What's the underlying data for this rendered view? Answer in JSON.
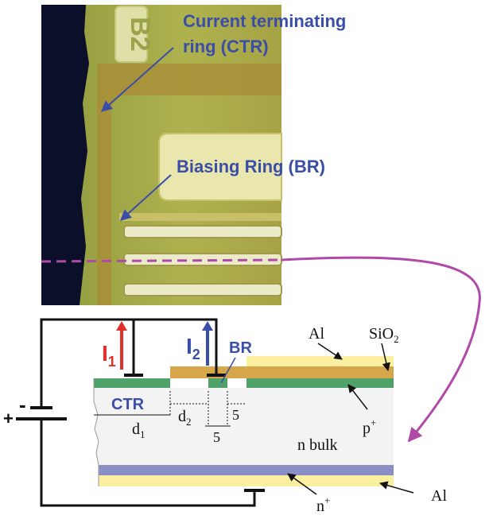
{
  "photo_labels": {
    "ctr_line1": "Current terminating",
    "ctr_line2": "ring (CTR)",
    "br": "Biasing Ring (BR)",
    "chip_marking": "B2"
  },
  "cross_section": {
    "current1": "I",
    "current1_sub": "1",
    "current2": "I",
    "current2_sub": "2",
    "br_label": "BR",
    "ctr_label": "CTR",
    "al_top": "Al",
    "sio2": "SiO",
    "sio2_sub": "2",
    "p_plus": "p",
    "p_plus_sup": "+",
    "n_bulk": "n bulk",
    "n_plus": "n",
    "n_plus_sup": "+",
    "al_bottom": "Al",
    "d1": "d",
    "d1_sub": "1",
    "d2": "d",
    "d2_sub": "2",
    "dim_5a": "5",
    "dim_5b": "5",
    "battery_minus": "-",
    "battery_plus": "+"
  },
  "colors": {
    "photo_bg": "#a9ab4a",
    "chip_edge": "#0c0f2a",
    "label_blue": "#3a4ea8",
    "arrow_purple": "#b04aa8",
    "i1_red": "#e0302a",
    "i2_blue": "#3a4ea8",
    "al_yellow": "#fbf0a0",
    "sio2_orange": "#d6a64a",
    "p_plus_green": "#4fa36a",
    "n_plus_violet": "#8c8fc6",
    "bulk_gray": "#f3f3f3"
  }
}
